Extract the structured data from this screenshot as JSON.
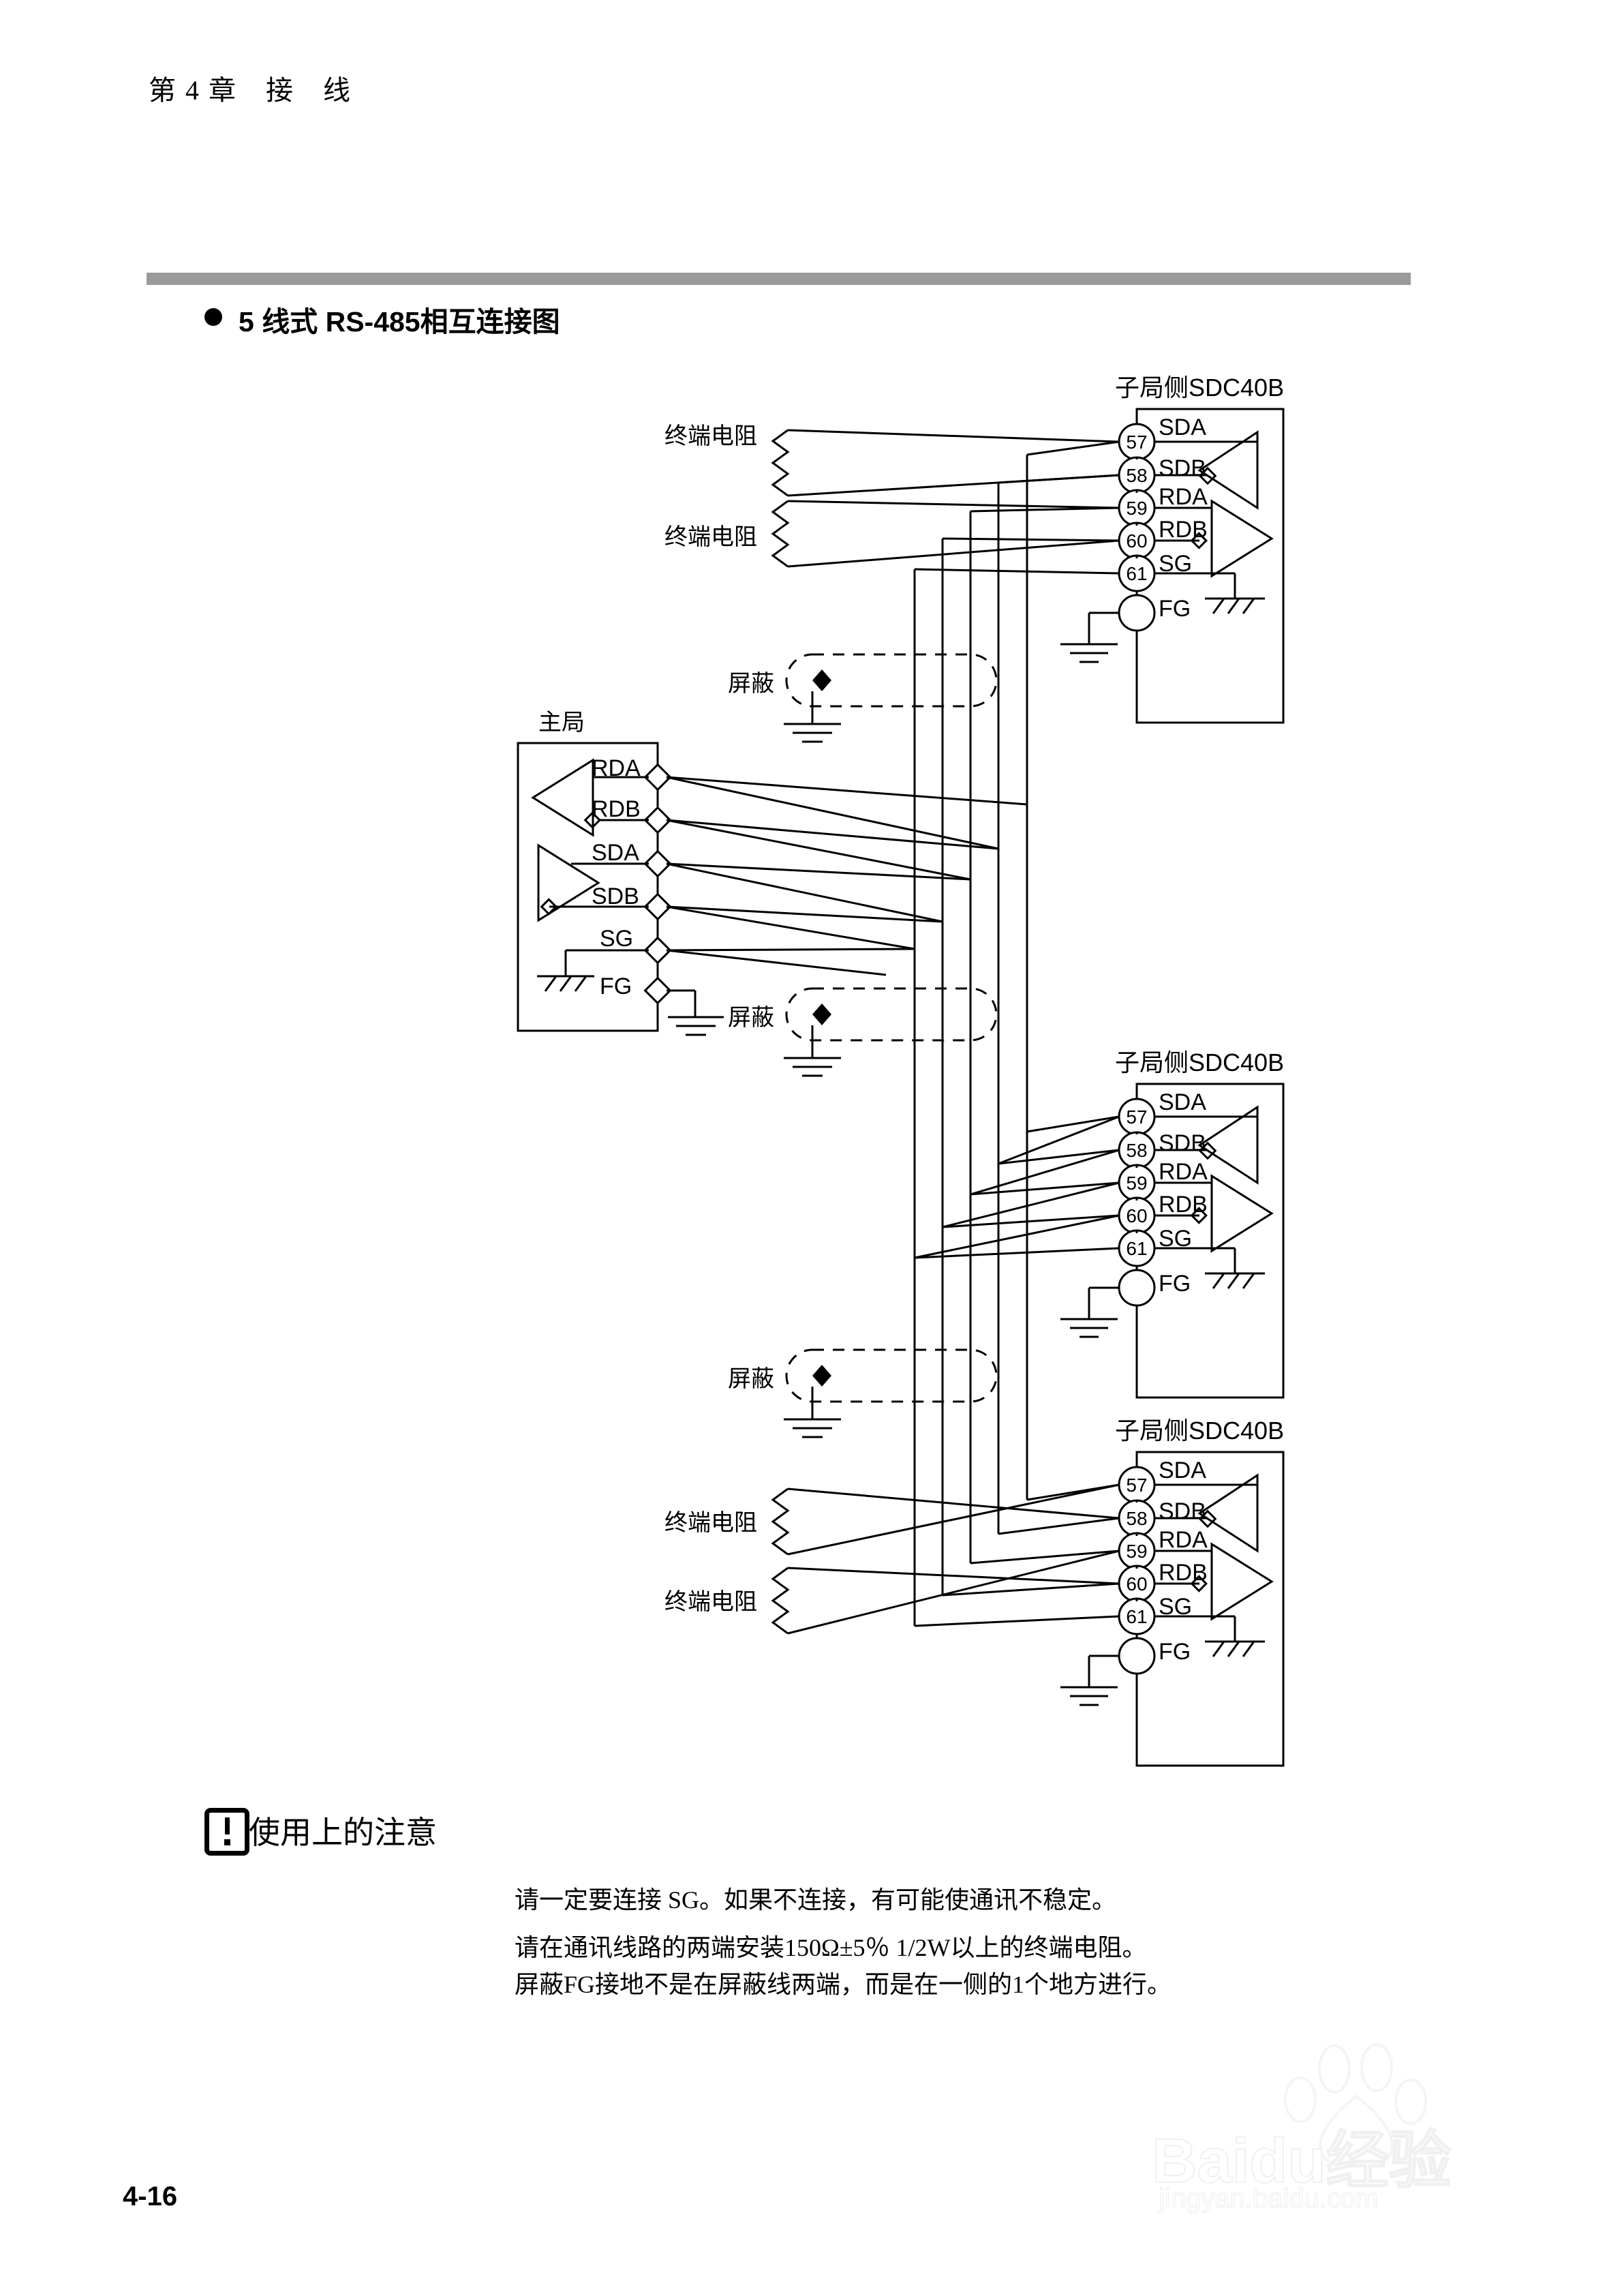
{
  "header": {
    "chapter": "第 4 章　接　线"
  },
  "section": {
    "title": "5 线式 RS-485相互连接图",
    "bullet": "●"
  },
  "diagram": {
    "master": {
      "title": "主局",
      "terminals": [
        "RDA",
        "RDB",
        "SDA",
        "SDB",
        "SG",
        "FG"
      ]
    },
    "slaves": [
      {
        "title_cn": "子局侧",
        "title_model": "SDC40B",
        "terminals": [
          {
            "no": "57",
            "name": "SDA"
          },
          {
            "no": "58",
            "name": "SDB"
          },
          {
            "no": "59",
            "name": "RDA"
          },
          {
            "no": "60",
            "name": "RDB"
          },
          {
            "no": "61",
            "name": "SG"
          }
        ],
        "fg": "FG"
      },
      {
        "title_cn": "子局侧",
        "title_model": "SDC40B",
        "terminals": [
          {
            "no": "57",
            "name": "SDA"
          },
          {
            "no": "58",
            "name": "SDB"
          },
          {
            "no": "59",
            "name": "RDA"
          },
          {
            "no": "60",
            "name": "RDB"
          },
          {
            "no": "61",
            "name": "SG"
          }
        ],
        "fg": "FG"
      },
      {
        "title_cn": "子局侧",
        "title_model": "SDC40B",
        "terminals": [
          {
            "no": "57",
            "name": "SDA"
          },
          {
            "no": "58",
            "name": "SDB"
          },
          {
            "no": "59",
            "name": "RDA"
          },
          {
            "no": "60",
            "name": "RDB"
          },
          {
            "no": "61",
            "name": "SG"
          }
        ],
        "fg": "FG"
      }
    ],
    "resistor_label": "终端电阻",
    "resistors": [
      "终端电阻",
      "终端电阻",
      "终端电阻",
      "终端电阻"
    ],
    "shield_label": "屏蔽",
    "shields": [
      "屏蔽",
      "屏蔽",
      "屏蔽"
    ]
  },
  "notes": {
    "heading": "使用上的注意",
    "lines": [
      "请一定要连接 SG。如果不连接，有可能使通讯不稳定。",
      "请在通讯线路的两端安装150Ω±5％  1/2W以上的终端电阻。",
      "屏蔽FG接地不是在屏蔽线两端，而是在一侧的1个地方进行。"
    ]
  },
  "footer": {
    "page": "4-16"
  },
  "watermark": {
    "brand": "Baidu",
    "suffix": "经验",
    "url": "jingyan.baidu.com"
  },
  "colors": {
    "rule": "#9a9a9a",
    "ink": "#000000",
    "watermark": "#e8e8e8"
  }
}
